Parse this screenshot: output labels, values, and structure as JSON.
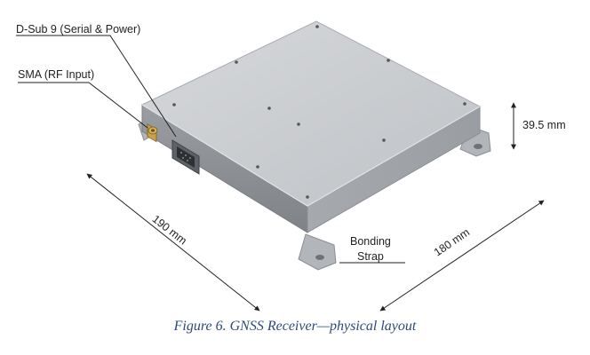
{
  "labels": {
    "dsub": "D-Sub 9 (Serial & Power)",
    "sma": "SMA (RF Input)",
    "height": "39.5 mm",
    "bonding_line1": "Bonding",
    "bonding_line2": "Strap",
    "length": "190 mm",
    "width": "180 mm"
  },
  "caption": "Figure 6. GNSS Receiver—physical layout",
  "colors": {
    "caption": "#2E4A7A",
    "top_face": "#C9CBCE",
    "front_face": "#8E9196",
    "right_face": "#A3A6AA",
    "leader": "#222222"
  }
}
